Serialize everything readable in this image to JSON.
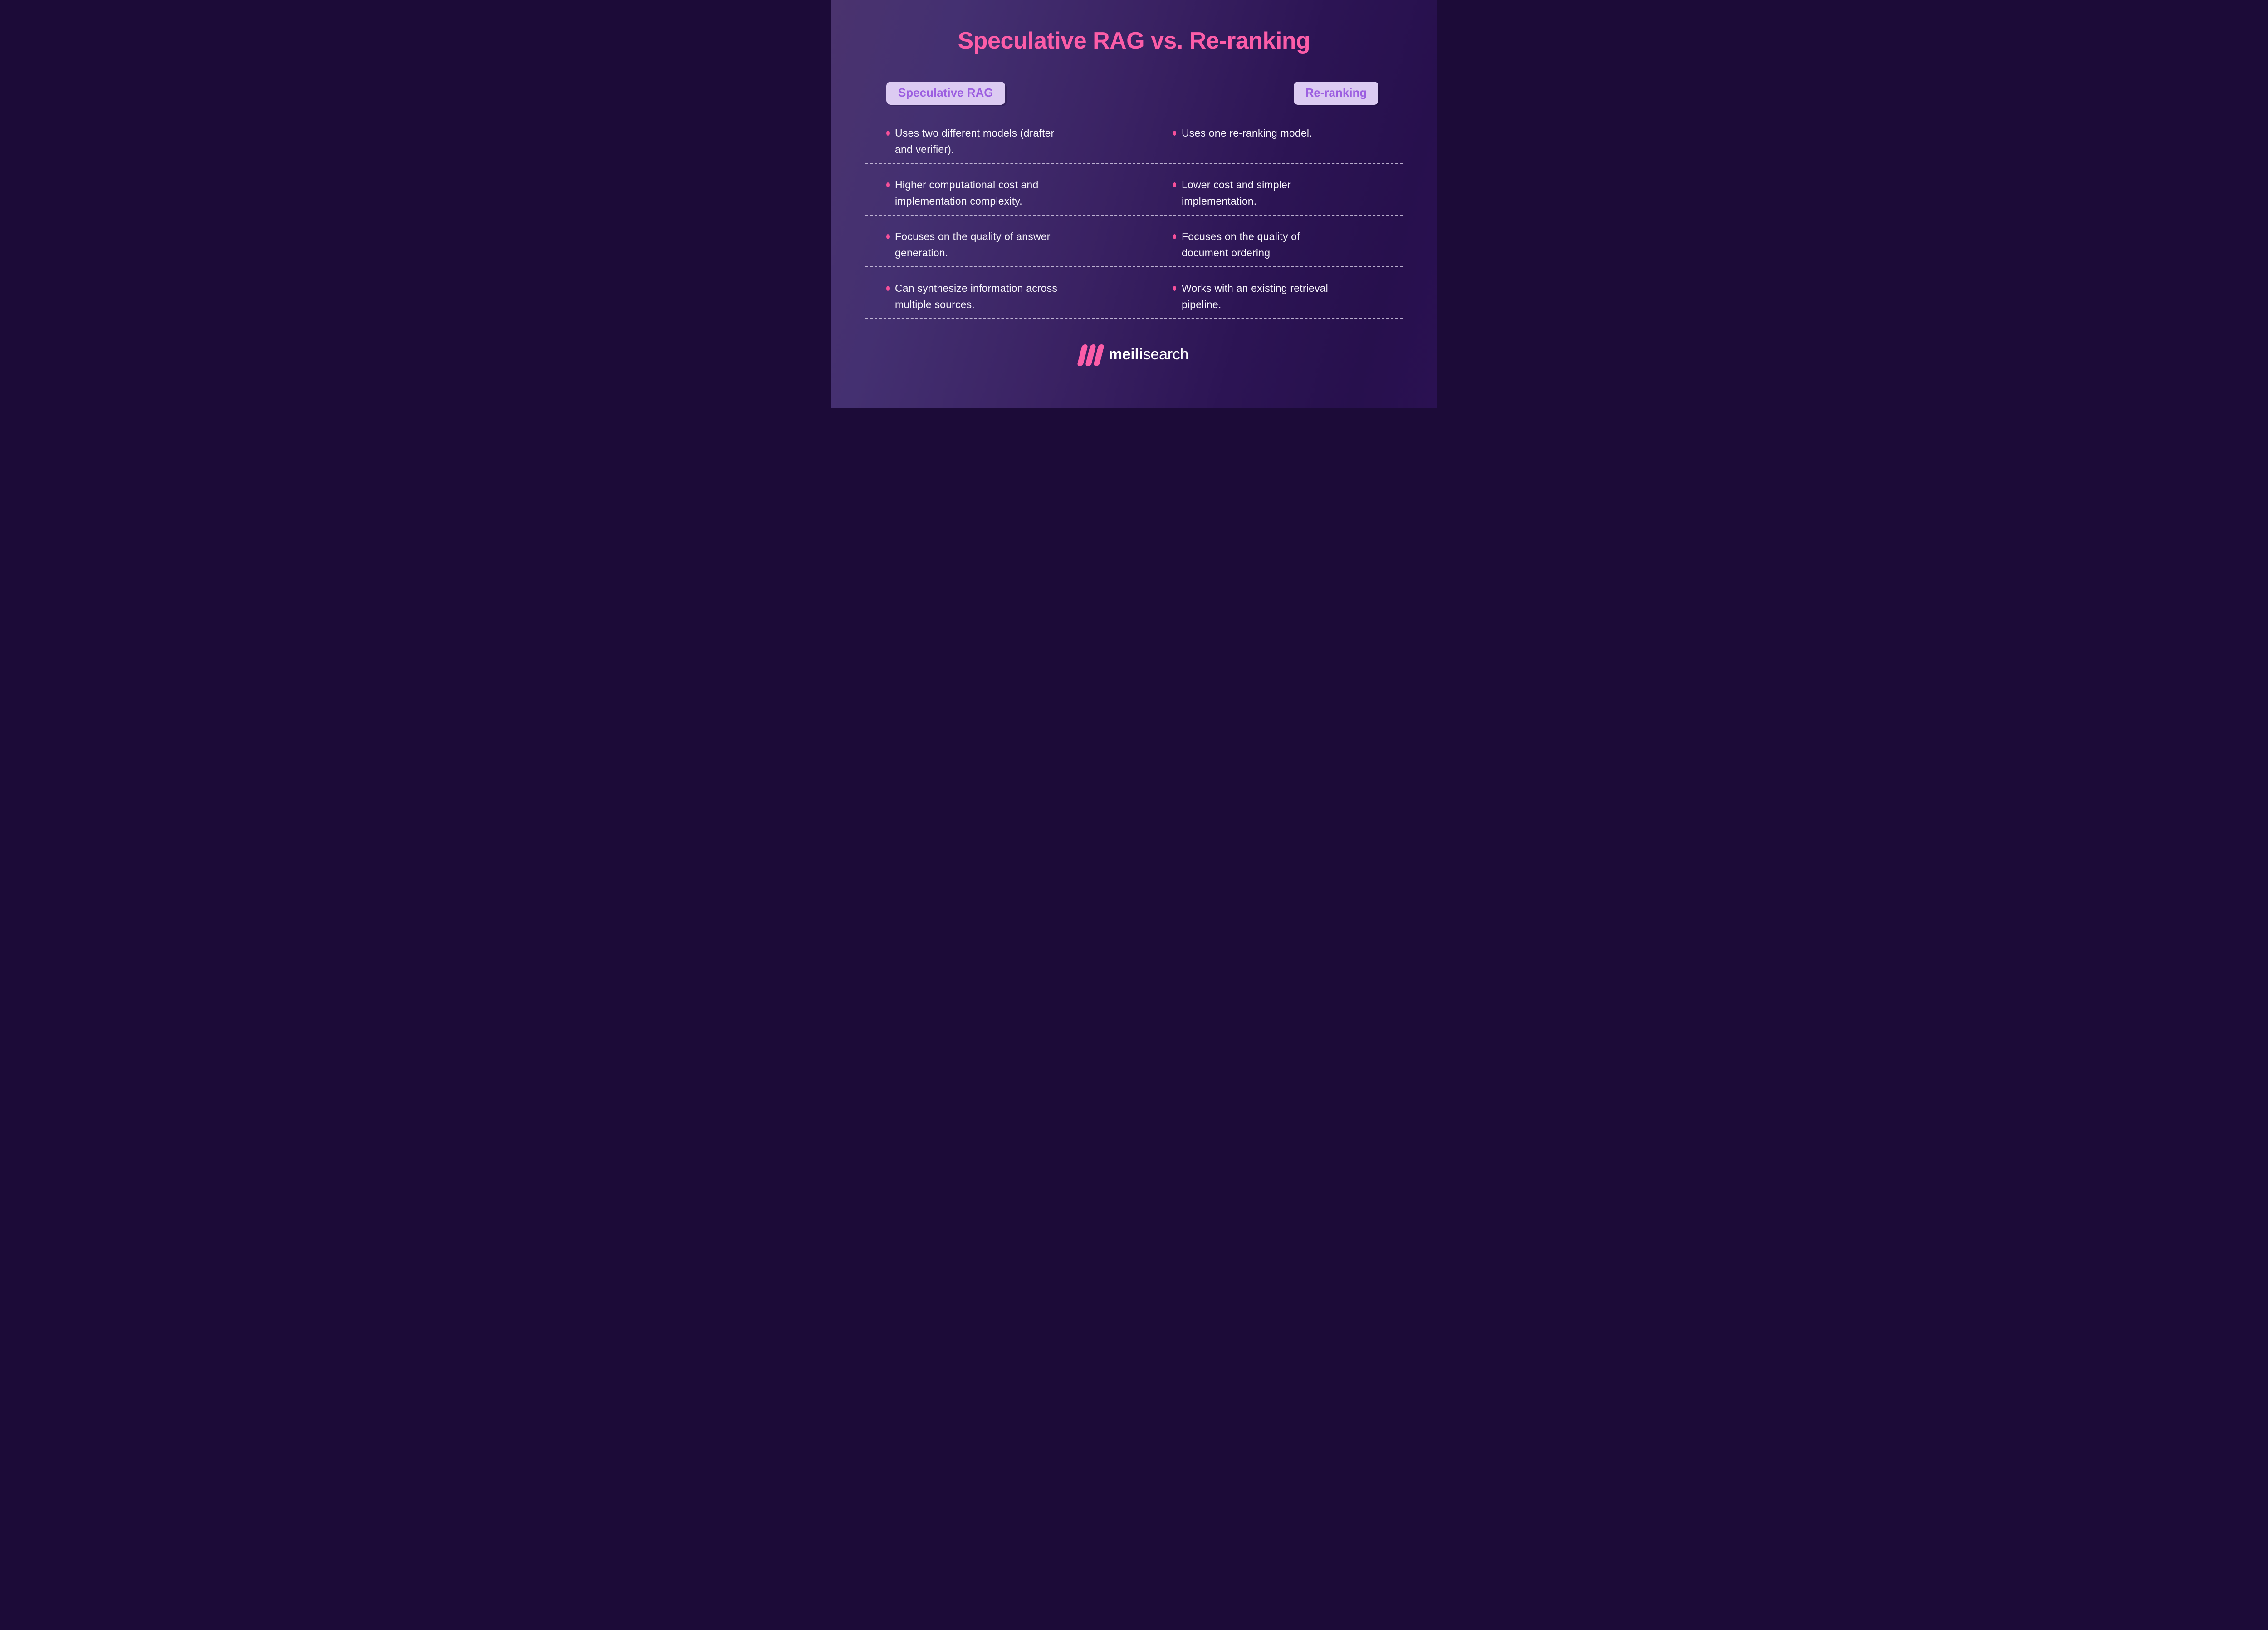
{
  "title": "Speculative RAG vs. Re-ranking",
  "columns": [
    {
      "badge": "Speculative RAG",
      "items": [
        "Uses two different models (drafter\nand verifier).",
        "Higher computational cost and\nimplementation complexity.",
        "Focuses on the quality of answer\ngeneration.",
        "Can synthesize information across\nmultiple sources."
      ]
    },
    {
      "badge": "Re-ranking",
      "items": [
        "Uses one re-ranking model.",
        "Lower cost and simpler\nimplementation.",
        "Focuses on the quality of\ndocument ordering",
        "Works with an existing retrieval\npipeline."
      ]
    }
  ],
  "footer": {
    "logo_icon": "meilisearch-stripes-icon",
    "logo_bold": "meili",
    "logo_regular": "search"
  },
  "colors": {
    "title_pink": "#fc5da8",
    "bullet_pink": "#f6509a",
    "badge_background": "#dccbf2",
    "badge_text": "#9c5fe0",
    "body_text": "#f8f6fc",
    "background_gradient_start": "#4a336e",
    "background_gradient_end": "#27104d",
    "divider": "#dfd6ee",
    "logo_stripe_pink": "#fc5da8",
    "logo_text_white": "#ffffff"
  }
}
